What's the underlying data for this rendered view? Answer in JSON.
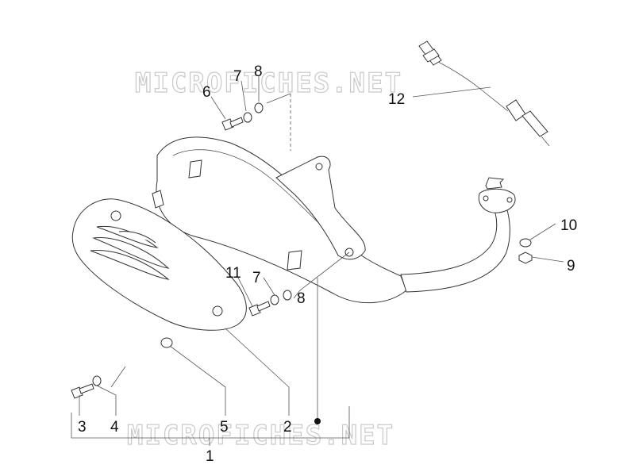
{
  "watermark": {
    "text": "MICROFICHES.NET"
  },
  "callouts": {
    "c1": "1",
    "c2": "2",
    "c3": "3",
    "c4": "4",
    "c5": "5",
    "c6": "6",
    "c7a": "7",
    "c7b": "7",
    "c8a": "8",
    "c8b": "8",
    "c9": "9",
    "c10": "10",
    "c11": "11",
    "c12": "12"
  }
}
